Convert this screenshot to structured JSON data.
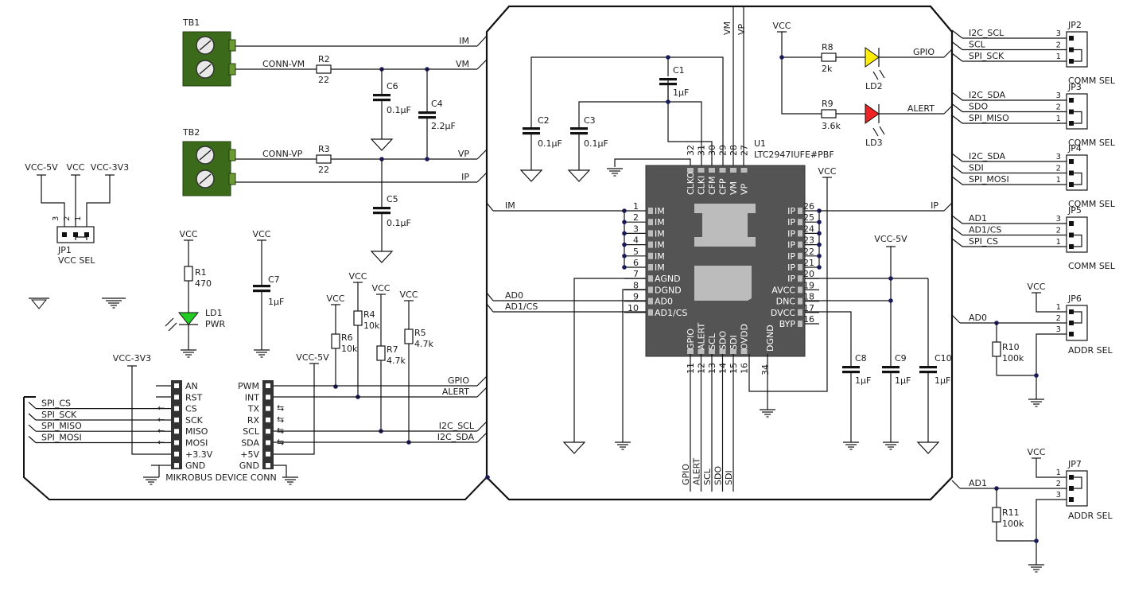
{
  "connectors": {
    "tb1": {
      "ref": "TB1",
      "net": "CONN-VM"
    },
    "tb2": {
      "ref": "TB2",
      "net": "CONN-VP"
    }
  },
  "nets": {
    "im": "IM",
    "vm": "VM",
    "vp": "VP",
    "ip": "IP",
    "vcc": "VCC",
    "vcc5": "VCC-5V",
    "vcc33": "VCC-3V3",
    "gpio": "GPIO",
    "alert": "ALERT",
    "i2c_scl": "I2C_SCL",
    "i2c_sda": "I2C_SDA",
    "scl": "SCL",
    "sda": "SDA",
    "sdo": "SDO",
    "sdi": "SDI",
    "spi_sck": "SPI_SCK",
    "spi_miso": "SPI_MISO",
    "spi_mosi": "SPI_MOSI",
    "spi_cs": "SPI_CS",
    "ad0": "AD0",
    "ad1": "AD1",
    "ad1cs": "AD1/CS"
  },
  "components": {
    "r1": {
      "ref": "R1",
      "value": "470"
    },
    "r2": {
      "ref": "R2",
      "value": "22"
    },
    "r3": {
      "ref": "R3",
      "value": "22"
    },
    "r4": {
      "ref": "R4",
      "value": "10k"
    },
    "r5": {
      "ref": "R5",
      "value": "4.7k"
    },
    "r6": {
      "ref": "R6",
      "value": "10k"
    },
    "r7": {
      "ref": "R7",
      "value": "4.7k"
    },
    "r8": {
      "ref": "R8",
      "value": "2k"
    },
    "r9": {
      "ref": "R9",
      "value": "3.6k"
    },
    "r10": {
      "ref": "R10",
      "value": "100k"
    },
    "r11": {
      "ref": "R11",
      "value": "100k"
    },
    "c1": {
      "ref": "C1",
      "value": "1µF"
    },
    "c2": {
      "ref": "C2",
      "value": "0.1µF"
    },
    "c3": {
      "ref": "C3",
      "value": "0.1µF"
    },
    "c4": {
      "ref": "C4",
      "value": "2.2µF"
    },
    "c5": {
      "ref": "C5",
      "value": "0.1µF"
    },
    "c6": {
      "ref": "C6",
      "value": "0.1µF"
    },
    "c7": {
      "ref": "C7",
      "value": "1µF"
    },
    "c8": {
      "ref": "C8",
      "value": "1µF"
    },
    "c9": {
      "ref": "C9",
      "value": "1µF"
    },
    "c10": {
      "ref": "C10",
      "value": "1µF"
    },
    "ld1": {
      "ref": "LD1",
      "label": "PWR",
      "color": "#22cc22"
    },
    "ld2": {
      "ref": "LD2",
      "color": "#ffee00"
    },
    "ld3": {
      "ref": "LD3",
      "color": "#ee2222"
    },
    "u1": {
      "ref": "U1",
      "part": "LTC2947IUFE#PBF"
    }
  },
  "ic": {
    "left_pins": [
      {
        "num": "1",
        "name": "IM"
      },
      {
        "num": "2",
        "name": "IM"
      },
      {
        "num": "3",
        "name": "IM"
      },
      {
        "num": "4",
        "name": "IM"
      },
      {
        "num": "5",
        "name": "IM"
      },
      {
        "num": "6",
        "name": "IM"
      },
      {
        "num": "7",
        "name": "AGND"
      },
      {
        "num": "8",
        "name": "DGND"
      },
      {
        "num": "9",
        "name": "AD0"
      },
      {
        "num": "10",
        "name": "AD1/CS"
      }
    ],
    "right_pins": [
      {
        "num": "26",
        "name": "IP"
      },
      {
        "num": "25",
        "name": "IP"
      },
      {
        "num": "24",
        "name": "IP"
      },
      {
        "num": "23",
        "name": "IP"
      },
      {
        "num": "22",
        "name": "IP"
      },
      {
        "num": "21",
        "name": "IP"
      },
      {
        "num": "20",
        "name": "IP"
      },
      {
        "num": "19",
        "name": "AVCC"
      },
      {
        "num": "18",
        "name": "DNC"
      },
      {
        "num": "17",
        "name": "DVCC"
      },
      {
        "num": "16",
        "name": "BYP"
      }
    ],
    "top_pins": [
      {
        "num": "32",
        "name": "CLKO"
      },
      {
        "num": "31",
        "name": "CLKI"
      },
      {
        "num": "30",
        "name": "CFM"
      },
      {
        "num": "29",
        "name": "CFP"
      },
      {
        "num": "28",
        "name": "VM"
      },
      {
        "num": "27",
        "name": "VP"
      }
    ],
    "bottom_pins": [
      {
        "num": "11",
        "name": "GPIO"
      },
      {
        "num": "12",
        "name": "ALERT"
      },
      {
        "num": "13",
        "name": "SCL"
      },
      {
        "num": "14",
        "name": "SDO"
      },
      {
        "num": "15",
        "name": "SDI"
      },
      {
        "num": "16",
        "name": "OVDD"
      }
    ],
    "dgnd_label": "DGND",
    "dgnd_num": "34"
  },
  "jumpers": {
    "jp1": {
      "ref": "JP1",
      "title": "VCC SEL",
      "pins": [
        "3",
        "2",
        "1"
      ]
    },
    "jp2": {
      "ref": "JP2",
      "title": "COMM SEL",
      "nets": [
        "I2C_SCL",
        "SCL",
        "SPI_SCK"
      ]
    },
    "jp3": {
      "ref": "JP3",
      "title": "COMM SEL",
      "nets": [
        "I2C_SDA",
        "SDO",
        "SPI_MISO"
      ]
    },
    "jp4": {
      "ref": "JP4",
      "title": "COMM SEL",
      "nets": [
        "I2C_SDA",
        "SDI",
        "SPI_MOSI"
      ]
    },
    "jp5": {
      "ref": "JP5",
      "title": "COMM SEL",
      "nets": [
        "AD1",
        "AD1/CS",
        "SPI_CS"
      ]
    },
    "jp6": {
      "ref": "JP6",
      "title": "ADDR SEL"
    },
    "jp7": {
      "ref": "JP7",
      "title": "ADDR SEL"
    },
    "pin_nums": [
      "3",
      "2",
      "1"
    ],
    "addr_nums": [
      "1",
      "2",
      "3"
    ]
  },
  "mikrobus": {
    "title": "MIKROBUS DEVICE CONN",
    "left": [
      "AN",
      "RST",
      "CS",
      "SCK",
      "MISO",
      "MOSI",
      "+3.3V",
      "GND"
    ],
    "right": [
      "PWM",
      "INT",
      "TX",
      "RX",
      "SCL",
      "SDA",
      "+5V",
      "GND"
    ],
    "left_nets": [
      "SPI_CS",
      "SPI_SCK",
      "SPI_MISO",
      "SPI_MOSI"
    ]
  }
}
